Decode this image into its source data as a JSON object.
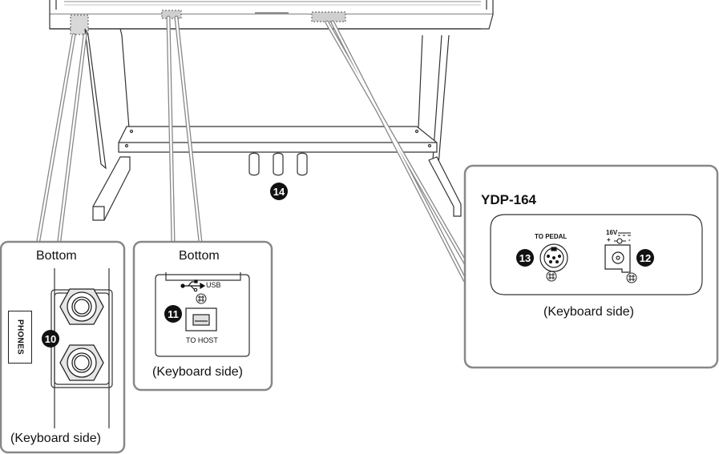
{
  "panels": {
    "phones": {
      "title": "Bottom",
      "jack_label": "PHONES",
      "number": "10",
      "caption": "(Keyboard side)"
    },
    "usb": {
      "title": "Bottom",
      "usb_label": "USB",
      "host_label": "TO HOST",
      "number": "11",
      "caption": "(Keyboard side)"
    },
    "rear": {
      "model": "YDP-164",
      "pedal_label": "TO PEDAL",
      "dc_label": "16V",
      "dc_polarity": "+ -",
      "number_pedal": "13",
      "number_dc": "12",
      "caption": "(Keyboard side)"
    }
  },
  "pedals": {
    "number": "14"
  }
}
